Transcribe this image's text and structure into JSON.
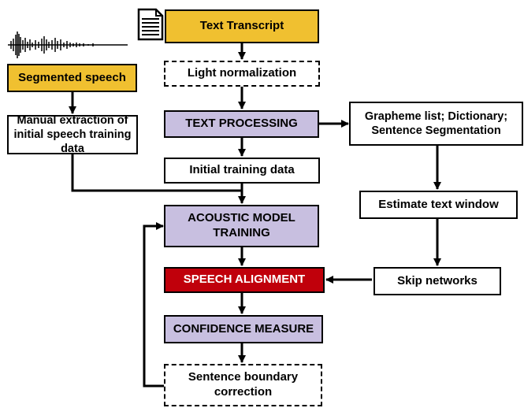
{
  "diagram": {
    "nodes": {
      "text_transcript": "Text Transcript",
      "light_normalization": "Light normalization",
      "text_processing": "TEXT PROCESSING",
      "grapheme_list": "Grapheme list; Dictionary; Sentence Segmentation",
      "segmented_speech": "Segmented speech",
      "manual_extraction": "Manual extraction of initial speech training data",
      "initial_training_data": "Initial training data",
      "estimate_text_window": "Estimate text window",
      "acoustic_model_training": "ACOUSTIC MODEL TRAINING",
      "speech_alignment": "SPEECH ALIGNMENT",
      "skip_networks": "Skip networks",
      "confidence_measure": "CONFIDENCE MEASURE",
      "sentence_boundary_correction": "Sentence boundary correction"
    },
    "colors": {
      "yellow": "#f0c030",
      "purple": "#c8bfe0",
      "red": "#c0000b"
    },
    "icons": [
      "document-icon",
      "waveform-icon"
    ]
  }
}
